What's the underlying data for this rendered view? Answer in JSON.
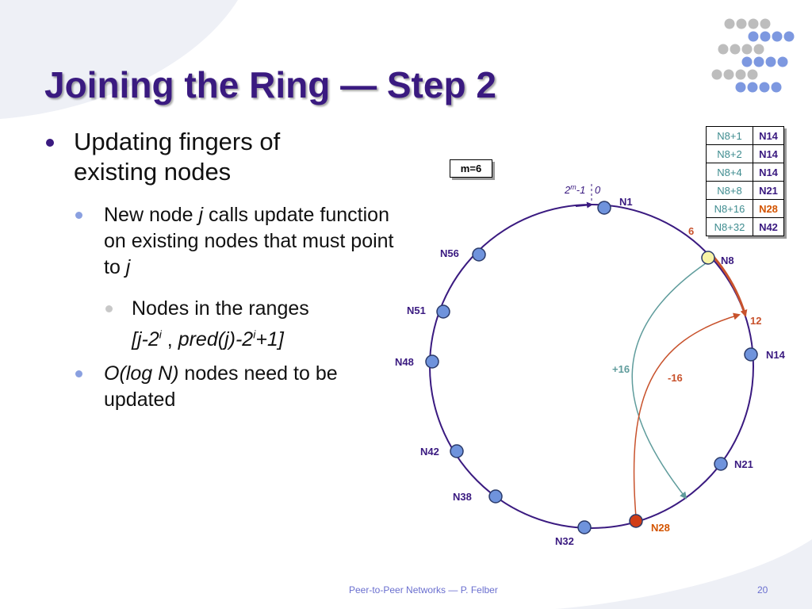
{
  "slide": {
    "title": "Joining the Ring — Step 2",
    "bullets": {
      "main": "Updating fingers of existing nodes",
      "sub1_pre": "New node ",
      "sub1_j": "j",
      "sub1_post": " calls update function on existing nodes that must point to ",
      "sub1_j2": "j",
      "sub1_1": {
        "line1": "Nodes in the ranges",
        "r1": "[j-2",
        "r_sup": "i",
        "r_mid": " , ",
        "r2": "pred(j)-2",
        "r_sup2": "i",
        "r3": "+1]"
      },
      "sub2_italic": "O(log N)",
      "sub2_post": " nodes need to be updated"
    },
    "footer": {
      "left": "Peer-to-Peer Networks — P. Felber",
      "page": "20"
    }
  },
  "diagram": {
    "m_label": "m=6",
    "zero_label": "0",
    "max_label_base": "2",
    "max_label_sup": "m",
    "max_label_tail": "-1",
    "nodes": [
      {
        "id": "N1",
        "label": "N1"
      },
      {
        "id": "N8",
        "label": "N8"
      },
      {
        "id": "N14",
        "label": "N14"
      },
      {
        "id": "N21",
        "label": "N21"
      },
      {
        "id": "N28",
        "label": "N28"
      },
      {
        "id": "N32",
        "label": "N32"
      },
      {
        "id": "N38",
        "label": "N38"
      },
      {
        "id": "N42",
        "label": "N42"
      },
      {
        "id": "N48",
        "label": "N48"
      },
      {
        "id": "N51",
        "label": "N51"
      },
      {
        "id": "N56",
        "label": "N56"
      }
    ],
    "arc_labels": {
      "start": "6",
      "end": "12"
    },
    "arrow_labels": {
      "plus": "+16",
      "minus": "-16"
    },
    "finger_table": [
      {
        "start": "N8+1",
        "succ": "N14"
      },
      {
        "start": "N8+2",
        "succ": "N14"
      },
      {
        "start": "N8+4",
        "succ": "N14"
      },
      {
        "start": "N8+8",
        "succ": "N21"
      },
      {
        "start": "N8+16",
        "succ": "N28",
        "highlight": true
      },
      {
        "start": "N8+32",
        "succ": "N42"
      }
    ],
    "colors": {
      "title": "#3a1a80",
      "ring": "#3a1a80",
      "node": "#6f93dc",
      "new_node": "#f8f4a6",
      "highlight_node": "#d13d16",
      "arc": "#c8522c",
      "teal_arrow": "#5f9c9c",
      "orange_arrow": "#c8522c",
      "highlight_text": "#d35400"
    }
  }
}
